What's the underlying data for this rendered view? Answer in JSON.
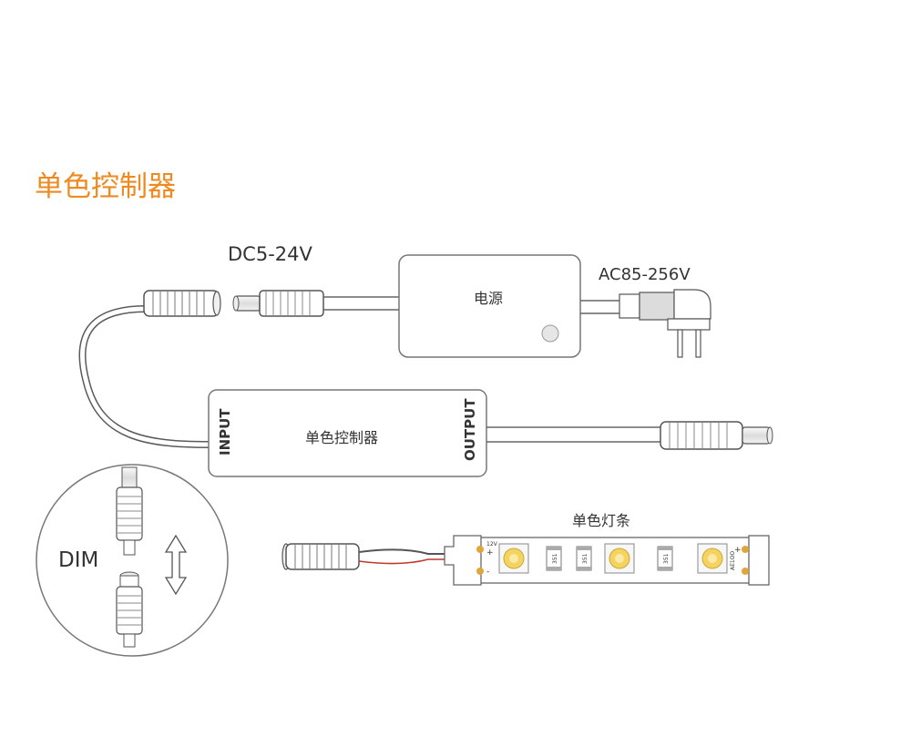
{
  "title": "单色控制器",
  "labels": {
    "dc_voltage": "DC5-24V",
    "ac_voltage": "AC85-256V",
    "power_supply": "电源",
    "controller": "单色控制器",
    "input": "INPUT",
    "output": "OUTPUT",
    "strip": "单色灯条",
    "dim": "DIM",
    "strip_voltage": "12V",
    "strip_plus": "+",
    "strip_minus": "-",
    "resistor": "351",
    "strip_code": "AE1OO",
    "strip_end_plus": "+"
  },
  "colors": {
    "title": "#ee8a1f",
    "line": "#5a5a5a",
    "box_border": "#777777",
    "led_yellow": "#f4d35e",
    "led_core": "#fbe9a8",
    "copper": "#e0a63a"
  }
}
